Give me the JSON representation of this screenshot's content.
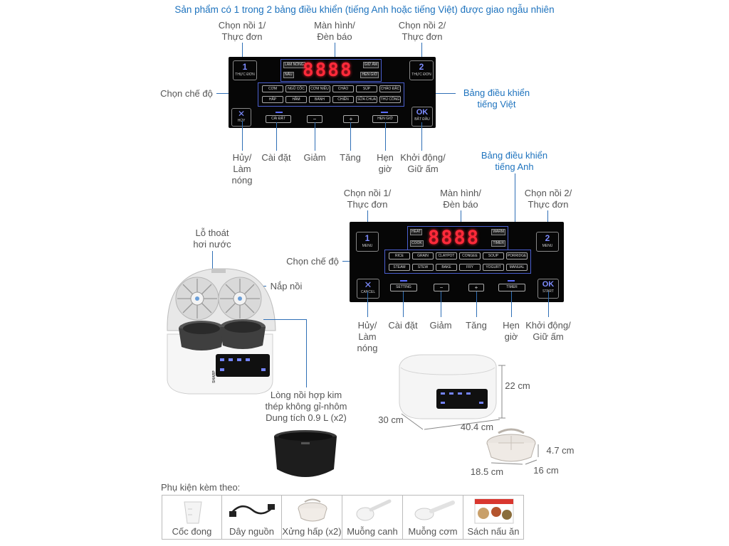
{
  "header": {
    "note": "Sản phẩm có 1 trong 2 bảng điều khiển (tiếng Anh hoặc tiếng Việt) được giao ngẫu nhiên"
  },
  "viet_panel": {
    "callouts": {
      "pot1": [
        "Chọn nồi 1/",
        "Thực đơn"
      ],
      "display": [
        "Màn hình/",
        "Đèn báo"
      ],
      "pot2": [
        "Chọn nồi 2/",
        "Thực đơn"
      ],
      "modes": "Chọn chế độ",
      "panel_name": [
        "Bảng điều khiển",
        "tiếng Việt"
      ],
      "cancel": [
        "Hủy/",
        "Làm",
        "nóng"
      ],
      "setting": "Cài đặt",
      "decrease": "Giảm",
      "increase": "Tăng",
      "timer": [
        "Hẹn",
        "giờ"
      ],
      "start": [
        "Khởi động/",
        "Giữ ấm"
      ]
    },
    "display_digits": "8888",
    "display_tags": [
      "LÀM NÓNG",
      "NẤU",
      "GIỮ ẤM",
      "HẸN GIỜ"
    ],
    "key1": {
      "num": "1",
      "sub": "THỰC ĐƠN"
    },
    "key2": {
      "num": "2",
      "sub": "THỰC ĐƠN"
    },
    "modes_row1": [
      "CƠM",
      "NGŨ CỐC",
      "CƠM NIÊU",
      "CHÁO",
      "SÚP",
      "CHÁO ĐẶC"
    ],
    "modes_row2": [
      "HẤP",
      "HẦM",
      "BÁNH",
      "CHIÊN",
      "SỮA CHUA",
      "THỦ CÔNG"
    ],
    "cancel_key": {
      "sym": "✕",
      "sub": "HỦY"
    },
    "ok_key": {
      "sym": "OK",
      "sub": "BẮT ĐẦU"
    },
    "bottom_keys": [
      "CÀI ĐẶT",
      "−",
      "+",
      "HẸN GIỜ"
    ]
  },
  "eng_panel": {
    "callouts": {
      "panel_name": [
        "Bảng điều khiển",
        "tiếng Anh"
      ],
      "pot1": [
        "Chọn nồi 1/",
        "Thực đơn"
      ],
      "display": [
        "Màn hình/",
        "Đèn báo"
      ],
      "pot2": [
        "Chọn nồi 2/",
        "Thực đơn"
      ],
      "modes": "Chọn chế độ",
      "cancel": [
        "Hủy/",
        "Làm",
        "nóng"
      ],
      "setting": "Cài đặt",
      "decrease": "Giảm",
      "increase": "Tăng",
      "timer": [
        "Hẹn",
        "giờ"
      ],
      "start": [
        "Khởi động/",
        "Giữ ấm"
      ]
    },
    "display_digits": "8888",
    "display_tags": [
      "HEAT",
      "COOK",
      "WARM",
      "TIMER"
    ],
    "key1": {
      "num": "1",
      "sub": "MENU"
    },
    "key2": {
      "num": "2",
      "sub": "MENU"
    },
    "modes_row1": [
      "RICE",
      "GRAIN",
      "CLAYPOT",
      "CONGEE",
      "SOUP",
      "PORRIDGE"
    ],
    "modes_row2": [
      "STEAM",
      "STEW",
      "BAKE",
      "FRY",
      "YOGURT",
      "MANUAL"
    ],
    "cancel_key": {
      "sym": "✕",
      "sub": "CANCEL"
    },
    "ok_key": {
      "sym": "OK",
      "sub": "START"
    },
    "bottom_keys": [
      "SETTING",
      "−",
      "+",
      "TIMER"
    ]
  },
  "product": {
    "vent": [
      "Lỗ thoát",
      "hơi nước"
    ],
    "lid": "Nắp nồi",
    "inner_pot": [
      "Lòng nồi hợp kim",
      "thép không gỉ-nhôm",
      "Dung tích 0.9 L (x2)"
    ],
    "brand": "SHARP"
  },
  "dimensions": {
    "height": "22 cm",
    "depth": "30 cm",
    "width": "40.4 cm",
    "rack_height": "4.7 cm",
    "rack_length": "18.5 cm",
    "rack_width": "16 cm"
  },
  "accessories": {
    "title": "Phụ kiện kèm theo:",
    "items": [
      "Cốc đong",
      "Dây nguồn",
      "Xửng hấp (x2)",
      "Muỗng canh",
      "Muỗng cơm",
      "Sách nấu ăn"
    ]
  },
  "colors": {
    "accent": "#1e73be",
    "line": "#2f6fb6",
    "led": "#ff2a3a",
    "panel": "#060606"
  }
}
